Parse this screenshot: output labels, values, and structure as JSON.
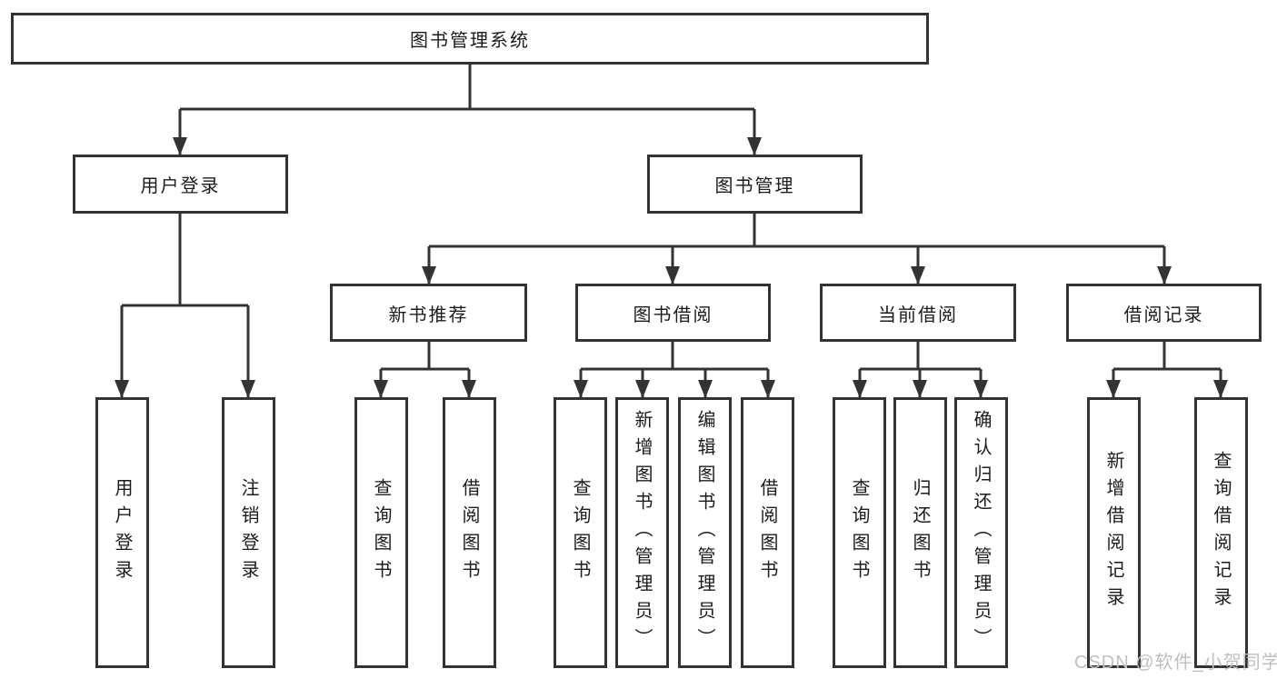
{
  "tree": {
    "root": {
      "label": "图书管理系统",
      "children": [
        {
          "label": "用户登录",
          "children": [
            {
              "label": "用户登录"
            },
            {
              "label": "注销登录"
            }
          ]
        },
        {
          "label": "图书管理",
          "children": [
            {
              "label": "新书推荐",
              "children": [
                {
                  "label": "查询图书"
                },
                {
                  "label": "借阅图书"
                }
              ]
            },
            {
              "label": "图书借阅",
              "children": [
                {
                  "label": "查询图书"
                },
                {
                  "label": "新增图书（管理员）"
                },
                {
                  "label": "编辑图书（管理员）"
                },
                {
                  "label": "借阅图书"
                }
              ]
            },
            {
              "label": "当前借阅",
              "children": [
                {
                  "label": "查询图书"
                },
                {
                  "label": "归还图书"
                },
                {
                  "label": "确认归还（管理员）"
                }
              ]
            },
            {
              "label": "借阅记录",
              "children": [
                {
                  "label": "新增借阅记录"
                },
                {
                  "label": "查询借阅记录"
                }
              ]
            }
          ]
        }
      ]
    }
  },
  "watermark": {
    "text": "CSDN @软件_小贺同学"
  },
  "colors": {
    "line": "#333333",
    "text": "#1c1c1c",
    "background": "#ffffff",
    "watermark": "#bfbfbf"
  }
}
